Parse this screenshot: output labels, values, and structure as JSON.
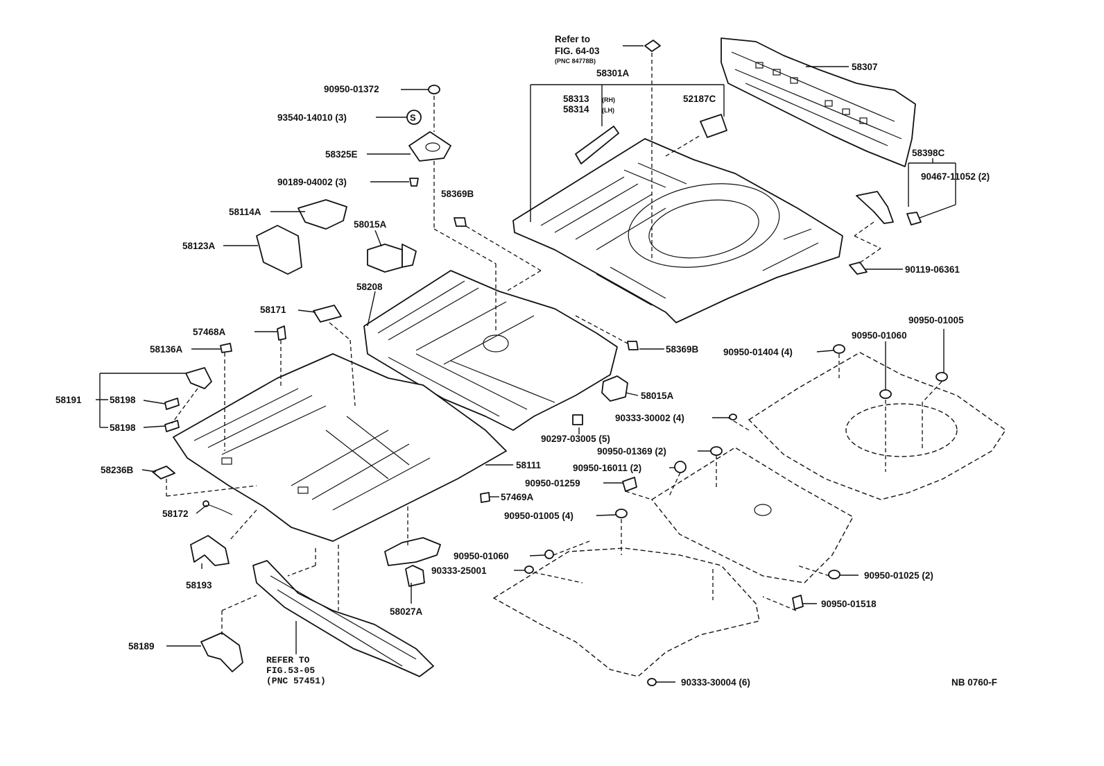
{
  "labels": {
    "refer_fig64_l1": "Refer to",
    "refer_fig64_l2": "FIG. 64-03",
    "refer_fig64_l3": "(PNC 84778B)",
    "p58301A": "58301A",
    "p58307": "58307",
    "p58313": "58313",
    "p58313_rh": "(RH)",
    "p58314": "58314",
    "p58314_lh": "(LH)",
    "p52187C": "52187C",
    "p58398C": "58398C",
    "p90467_11052": "90467-11052 (2)",
    "p90119_06361": "90119-06361",
    "p90950_01372": "90950-01372",
    "p93540_14010": "93540-14010 (3)",
    "p58325E": "58325E",
    "p90189_04002": "90189-04002 (3)",
    "p58369B_a": "58369B",
    "p58114A": "58114A",
    "p58015A_a": "58015A",
    "p58123A": "58123A",
    "p58208": "58208",
    "p58171": "58171",
    "p57468A": "57468A",
    "p58136A": "58136A",
    "p58191": "58191",
    "p58198_a": "58198",
    "p58198_b": "58198",
    "p58369B_b": "58369B",
    "p58015A_b": "58015A",
    "p90950_01005_a": "90950-01005",
    "p90950_01060_a": "90950-01060",
    "p90950_01404": "90950-01404 (4)",
    "p90333_30002": "90333-30002 (4)",
    "p90297_03005": "90297-03005 (5)",
    "p90950_01369": "90950-01369 (2)",
    "p90950_16011": "90950-16011 (2)",
    "p90950_01259": "90950-01259",
    "p58236B": "58236B",
    "p58111": "58111",
    "p57469A": "57469A",
    "p58172": "58172",
    "p90950_01005_b": "90950-01005 (4)",
    "p58193": "58193",
    "p90950_01060_b": "90950-01060",
    "p90333_25001": "90333-25001",
    "p58027A": "58027A",
    "p90950_01025": "90950-01025 (2)",
    "p90950_01518": "90950-01518",
    "p58189": "58189",
    "refer_fig53_l1": "REFER TO",
    "refer_fig53_l2": "FIG.53-05",
    "refer_fig53_l3": "(PNC 57451)",
    "p90333_30004": "90333-30004 (6)",
    "code": "NB 0760-F"
  }
}
